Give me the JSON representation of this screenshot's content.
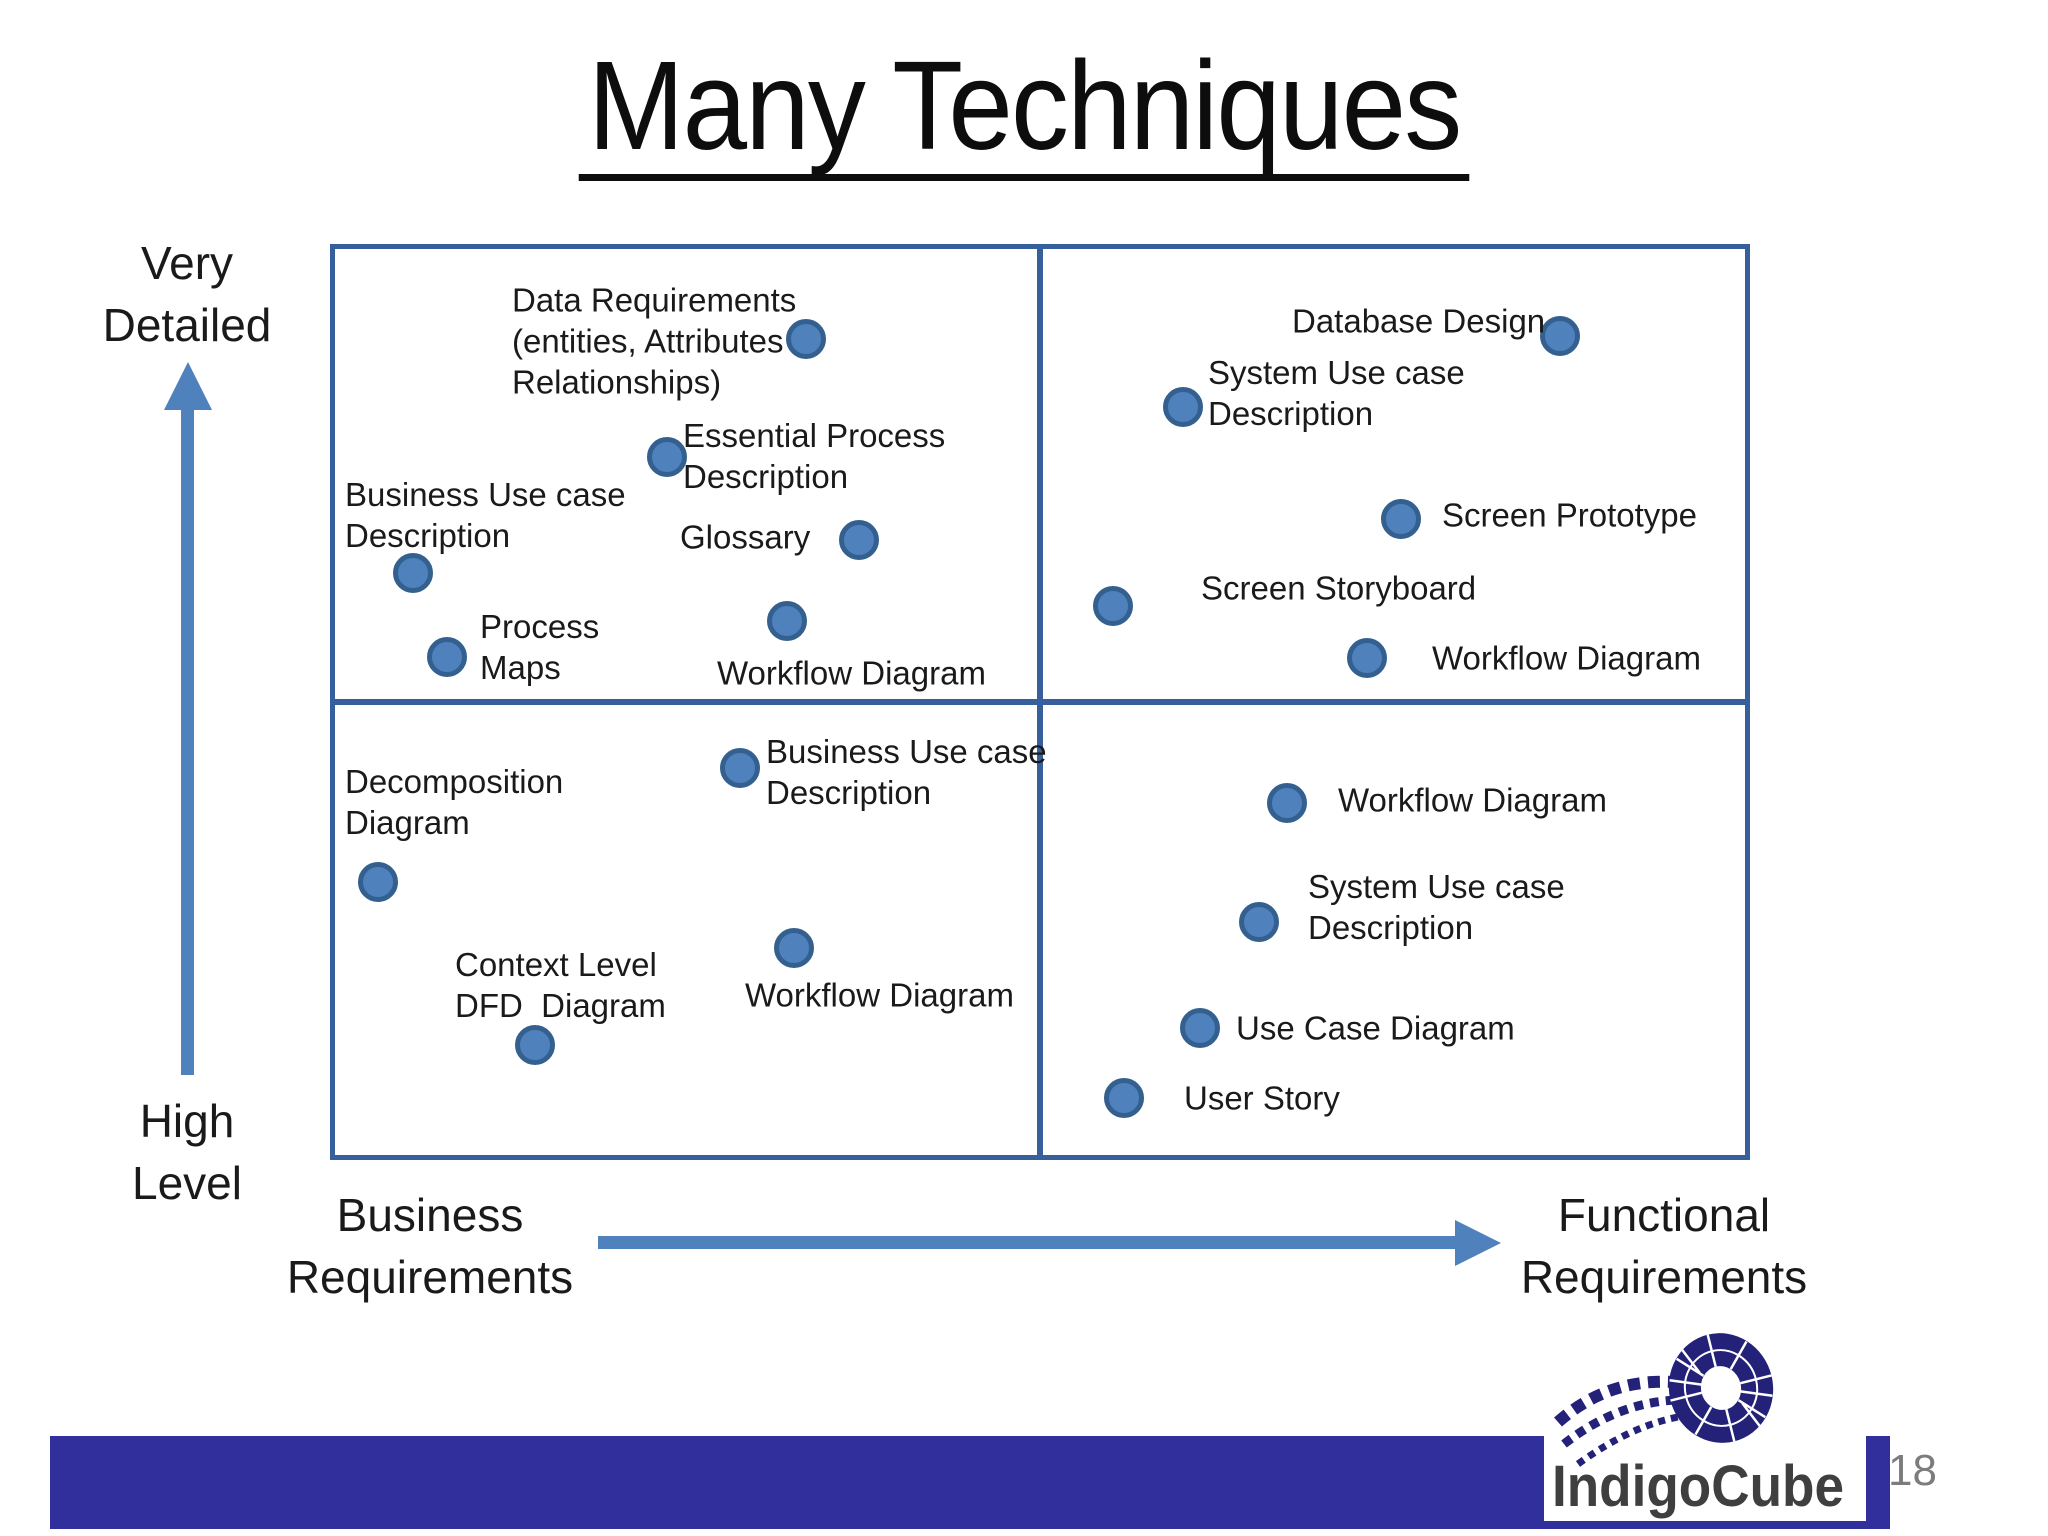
{
  "slide": {
    "title": "Many Techniques",
    "page_number": "18",
    "brand": "IndigoCube"
  },
  "axes": {
    "y_axis_top_label": "Very\nDetailed",
    "y_axis_bottom_label": "High\nLevel",
    "x_axis_left_label": "Business\nRequirements",
    "x_axis_right_label": "Functional\nRequirements"
  },
  "colors": {
    "grid_border": "#36609c",
    "dot_fill": "#4f81bd",
    "dot_border": "#33608f",
    "arrow": "#4f81bd",
    "footer_bar": "#312f9b",
    "logo_navy": "#232278",
    "title_text": "#0d0d0d",
    "page_number": "#7c7c7c"
  },
  "chart_data": {
    "type": "scatter",
    "title": "Many Techniques",
    "x_axis": {
      "left_end": "Business Requirements",
      "right_end": "Functional Requirements"
    },
    "y_axis": {
      "bottom_end": "High Level",
      "top_end": "Very Detailed"
    },
    "quadrants": {
      "top_left": [
        "Data Requirements (entities, Attributes Relationships)",
        "Essential Process Description",
        "Business Use case Description",
        "Glossary",
        "Process Maps",
        "Workflow Diagram"
      ],
      "top_right": [
        "Database Design",
        "System Use case Description",
        "Screen Prototype",
        "Screen Storyboard",
        "Workflow Diagram"
      ],
      "bottom_left": [
        "Decomposition Diagram",
        "Business Use case Description",
        "Context Level DFD  Diagram",
        "Workflow Diagram"
      ],
      "bottom_right": [
        "Workflow Diagram",
        "System Use case Description",
        "Use Case Diagram",
        "User Story"
      ]
    }
  },
  "points": [
    {
      "quadrant": "top-left",
      "label": "Data Requirements\n(entities, Attributes\nRelationships)",
      "dot": [
        806,
        339
      ],
      "text": [
        512,
        341
      ]
    },
    {
      "quadrant": "top-left",
      "label": "Essential Process\nDescription",
      "dot": [
        667,
        457
      ],
      "text": [
        683,
        456
      ]
    },
    {
      "quadrant": "top-left",
      "label": "Business Use case\nDescription",
      "dot": [
        413,
        573
      ],
      "text": [
        345,
        515
      ]
    },
    {
      "quadrant": "top-left",
      "label": "Glossary",
      "dot": [
        859,
        540
      ],
      "text": [
        680,
        537
      ]
    },
    {
      "quadrant": "top-left",
      "label": "Process\nMaps",
      "dot": [
        447,
        657
      ],
      "text": [
        480,
        647
      ]
    },
    {
      "quadrant": "top-left",
      "label": "Workflow Diagram",
      "dot": [
        787,
        621
      ],
      "text": [
        717,
        673
      ]
    },
    {
      "quadrant": "top-right",
      "label": "Database Design",
      "dot": [
        1560,
        336
      ],
      "text": [
        1292,
        321
      ]
    },
    {
      "quadrant": "top-right",
      "label": "System Use case\nDescription",
      "dot": [
        1183,
        407
      ],
      "text": [
        1208,
        393
      ]
    },
    {
      "quadrant": "top-right",
      "label": "Screen Prototype",
      "dot": [
        1401,
        519
      ],
      "text": [
        1442,
        515
      ]
    },
    {
      "quadrant": "top-right",
      "label": "Screen Storyboard",
      "dot": [
        1113,
        606
      ],
      "text": [
        1201,
        588
      ]
    },
    {
      "quadrant": "top-right",
      "label": "Workflow Diagram",
      "dot": [
        1367,
        658
      ],
      "text": [
        1432,
        658
      ]
    },
    {
      "quadrant": "bottom-left",
      "label": "Business Use case\nDescription",
      "dot": [
        740,
        768
      ],
      "text": [
        766,
        772
      ]
    },
    {
      "quadrant": "bottom-left",
      "label": "Decomposition\nDiagram",
      "dot": [
        378,
        882
      ],
      "text": [
        345,
        802
      ]
    },
    {
      "quadrant": "bottom-left",
      "label": "Context Level\nDFD  Diagram",
      "dot": [
        535,
        1045
      ],
      "text": [
        455,
        985
      ]
    },
    {
      "quadrant": "bottom-left",
      "label": "Workflow Diagram",
      "dot": [
        794,
        948
      ],
      "text": [
        745,
        995
      ]
    },
    {
      "quadrant": "bottom-right",
      "label": "Workflow Diagram",
      "dot": [
        1287,
        803
      ],
      "text": [
        1338,
        800
      ]
    },
    {
      "quadrant": "bottom-right",
      "label": "System Use case\nDescription",
      "dot": [
        1259,
        922
      ],
      "text": [
        1308,
        907
      ]
    },
    {
      "quadrant": "bottom-right",
      "label": "Use Case Diagram",
      "dot": [
        1200,
        1028
      ],
      "text": [
        1236,
        1028
      ]
    },
    {
      "quadrant": "bottom-right",
      "label": "User Story",
      "dot": [
        1124,
        1098
      ],
      "text": [
        1184,
        1098
      ]
    }
  ]
}
